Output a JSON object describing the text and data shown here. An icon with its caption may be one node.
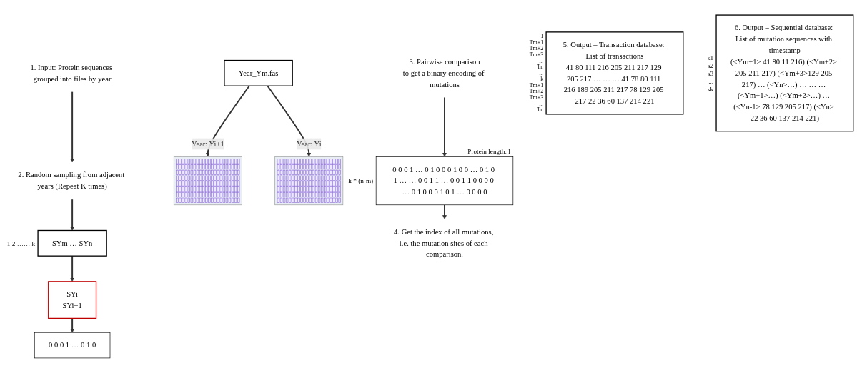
{
  "diagram": {
    "nodes": [
      {
        "text": [
          "1. Input: Protein sequences grouped into files by year"
        ]
      },
      {
        "text": [
          "2. Random sampling from adjacent years (Repeat K times)"
        ]
      },
      {
        "text": [
          "Year_Ym.fas"
        ]
      },
      {
        "text": [],
        "shape": "picture"
      },
      {
        "text": [],
        "shape": "picture"
      },
      {
        "text": [
          "SYm … SYn"
        ],
        "beside": [
          "1 2 …… k"
        ]
      },
      {
        "text": [
          "SYi",
          "SYi+1"
        ]
      },
      {
        "text": [
          "0 0 0 1 … 0 1 0"
        ]
      },
      {
        "text": [
          "3. Pairwise comparison",
          "to get a binary encoding of mutations"
        ]
      },
      {
        "text": [
          "0 0 0 1 … 0 1 0 0 0 1 0 0 … 0 1 0 1 … … 0 0 1 1 … 0 0 1 1 0 0 0 0 … 0 1 0 0 0 1 0 1 … 0 0 0 0"
        ],
        "beside": [
          "Protein length: l",
          "k * (n-m)"
        ]
      },
      {
        "text": [
          "4. Get the index of all mutations, i.e. the mutation sites of each comparison."
        ]
      },
      {
        "text": [
          "5. Output – Transaction database: List of transactions",
          "41 80 111 216 205 211 217 129 205 217 … … … 41 78 80 111 216 189 205 211 217 78 129 205 217 22 36 60 137 214 221"
        ],
        "beside": [
          "1",
          "Tm+1",
          "Tm+2",
          "Tm+3",
          "...",
          "Tn",
          "...",
          "k",
          "Tm+1",
          "Tm+2",
          "Tm+3",
          "...",
          "Tn"
        ]
      },
      {
        "text": [
          "6. Output – Sequential database: List of mutation sequences with timestamp",
          "(<Ym+1> 41 80 11 216) (<Ym+2> 205 211 217) (<Ym+3>129 205 217) … (<Yn>…) … … … (<Ym+1>…) (<Ym+2>…) … (<Yn-1> 78 129 205 217) (<Yn> 22 36 60 137 214 221)"
        ],
        "beside": [
          "s1",
          "s2",
          "s3",
          "...",
          "sk"
        ]
      }
    ],
    "edges": [
      {
        "from": 0,
        "to": 1,
        "arrow": "to"
      },
      {
        "from": 1,
        "to": 5,
        "arrow": "to"
      },
      {
        "from": 2,
        "to": 3,
        "arrow": "to",
        "label": "Year: Yi+1"
      },
      {
        "from": 2,
        "to": 4,
        "arrow": "to",
        "label": "Year: Yi"
      },
      {
        "from": 5,
        "to": 6,
        "arrow": "to"
      },
      {
        "from": 6,
        "to": 7,
        "arrow": "to"
      },
      {
        "from": 8,
        "to": 9,
        "arrow": "to"
      },
      {
        "from": 9,
        "to": 10,
        "arrow": "to"
      }
    ]
  }
}
